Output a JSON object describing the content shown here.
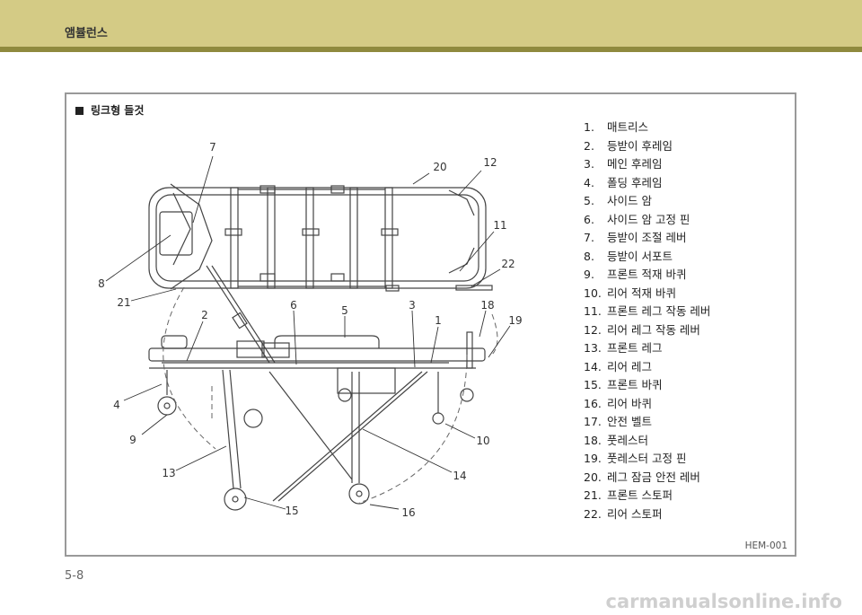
{
  "header": {
    "title": "앰뷸런스"
  },
  "panel": {
    "title": "링크형 들것",
    "figure_id": "HEM-001",
    "callouts": [
      "7",
      "20",
      "12",
      "11",
      "22",
      "8",
      "21",
      "2",
      "6",
      "5",
      "3",
      "1",
      "18",
      "19",
      "4",
      "9",
      "13",
      "15",
      "16",
      "14",
      "10"
    ],
    "legend": [
      {
        "num": "1.",
        "label": "매트리스"
      },
      {
        "num": "2.",
        "label": "등받이 후레임"
      },
      {
        "num": "3.",
        "label": "메인 후레임"
      },
      {
        "num": "4.",
        "label": "폴딩 후레임"
      },
      {
        "num": "5.",
        "label": "사이드 암"
      },
      {
        "num": "6.",
        "label": "사이드 암 고정 핀"
      },
      {
        "num": "7.",
        "label": "등받이 조절 레버"
      },
      {
        "num": "8.",
        "label": "등받이 서포트"
      },
      {
        "num": "9.",
        "label": "프론트 적재 바퀴"
      },
      {
        "num": "10.",
        "label": "리어 적재 바퀴"
      },
      {
        "num": "11.",
        "label": "프론트 레그 작동 레버"
      },
      {
        "num": "12.",
        "label": "리어 레그 작동 레버"
      },
      {
        "num": "13.",
        "label": "프론트 레그"
      },
      {
        "num": "14.",
        "label": "리어 레그"
      },
      {
        "num": "15.",
        "label": "프론트 바퀴"
      },
      {
        "num": "16.",
        "label": "리어 바퀴"
      },
      {
        "num": "17.",
        "label": "안전 벨트"
      },
      {
        "num": "18.",
        "label": "풋레스터"
      },
      {
        "num": "19.",
        "label": "풋레스터 고정 핀"
      },
      {
        "num": "20.",
        "label": "레그 잠금 안전 레버"
      },
      {
        "num": "21.",
        "label": "프론트 스토퍼"
      },
      {
        "num": "22.",
        "label": "리어 스토퍼"
      }
    ]
  },
  "page": {
    "number": "5-8"
  },
  "footer": {
    "watermark": "carmanualsonline.info"
  }
}
